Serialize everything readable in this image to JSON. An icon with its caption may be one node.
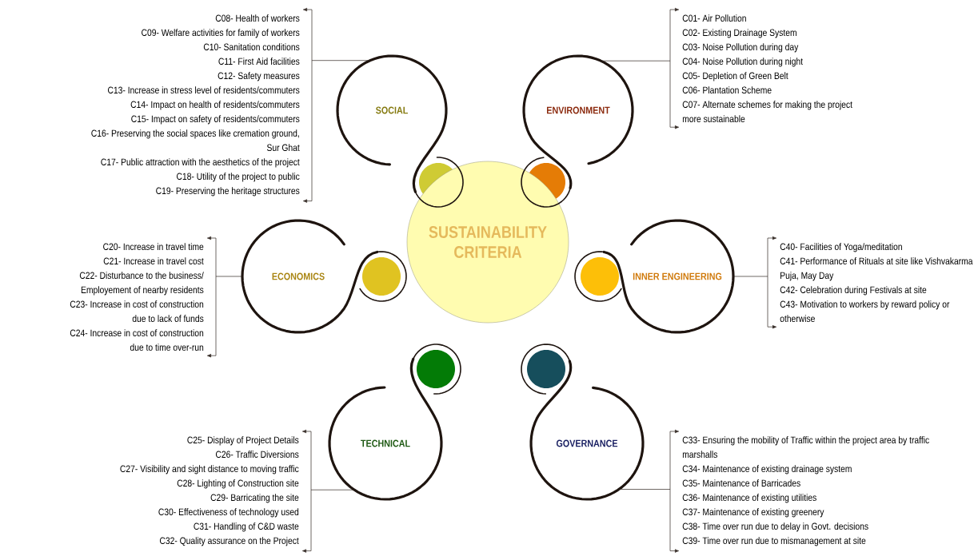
{
  "diagram": {
    "nodes": [
      {
        "text": [
          "SUSTAINABILITY CRITERIA"
        ]
      },
      {
        "text": [
          "SOCIAL"
        ]
      },
      {
        "text": [
          "ENVIRONMENT"
        ]
      },
      {
        "text": [
          "ECONOMICS"
        ]
      },
      {
        "text": [
          "INNER ENGINEERING"
        ]
      },
      {
        "text": [
          "TECHNICAL"
        ]
      },
      {
        "text": [
          "GOVERNANCE"
        ]
      },
      {
        "text": [
          "C08- Health of workers",
          "C09- Welfare activities for family of workers",
          "C10- Sanitation conditions",
          "C11- First Aid facilities",
          "C12- Safety measures",
          "C13- Increase in stress level of residents/commuters",
          "C14- Impact on health of residents/commuters",
          "C15- Impact on safety of residents/commuters",
          "C16- Preserving the social spaces like cremation ground, Sur Ghat",
          "C17- Public attraction with the aesthetics of the project",
          "C18- Utility of the project to public",
          "C19- Preserving the heritage structures"
        ]
      },
      {
        "text": [
          "C01- Air Pollution",
          "C02- Existing Drainage System",
          "C03- Noise Pollution during day",
          "C04- Noise Pollution during night",
          "C05- Depletion of Green Belt",
          "C06- Plantation Scheme",
          "C07- Alternate schemes for making the project more sustainable"
        ]
      },
      {
        "text": [
          "C20- Increase in travel time",
          "C21- Increase in travel cost",
          "C22- Disturbance to the business/ Employement of nearby residents",
          "C23- Increase in cost of construction due to lack of funds",
          "C24- Increase in cost of construction due to time over-run"
        ]
      },
      {
        "text": [
          "C40- Facilities of Yoga/meditation",
          "C41- Performance of Rituals at site like Vishvakarma Puja, May Day",
          "C42- Celebration during Festivals at site",
          "C43- Motivation to workers by reward policy or otherwise"
        ]
      },
      {
        "text": [
          "C25- Display of Project Details",
          "C26- Traffic Diversions",
          "C27- Visibility and sight distance to moving traffic",
          "C28- Lighting of Construction site",
          "C29- Barricating the site",
          "C30- Effectiveness of technology used",
          "C31- Handling of C&D waste",
          "C32- Quality assurance on the Project"
        ]
      },
      {
        "text": [
          "C33- Ensuring the mobility of Traffic within the project area by traffic marshalls",
          "C34- Maintenance of existing drainage system",
          "C35- Maintenance of Barricades",
          "C36- Maintenance of existing utilities",
          "C37- Maintenance of existing greenery",
          "C38- Time over run due to delay in Govt. decisions",
          "C39- Time over run due to mismanagement at site"
        ]
      }
    ],
    "edges": [
      {
        "from": 1,
        "to": 7,
        "arrow": "none"
      },
      {
        "from": 2,
        "to": 8,
        "arrow": "none"
      },
      {
        "from": 3,
        "to": 9,
        "arrow": "none"
      },
      {
        "from": 4,
        "to": 10,
        "arrow": "none"
      },
      {
        "from": 5,
        "to": 11,
        "arrow": "none"
      },
      {
        "from": 6,
        "to": 12,
        "arrow": "none"
      }
    ]
  }
}
